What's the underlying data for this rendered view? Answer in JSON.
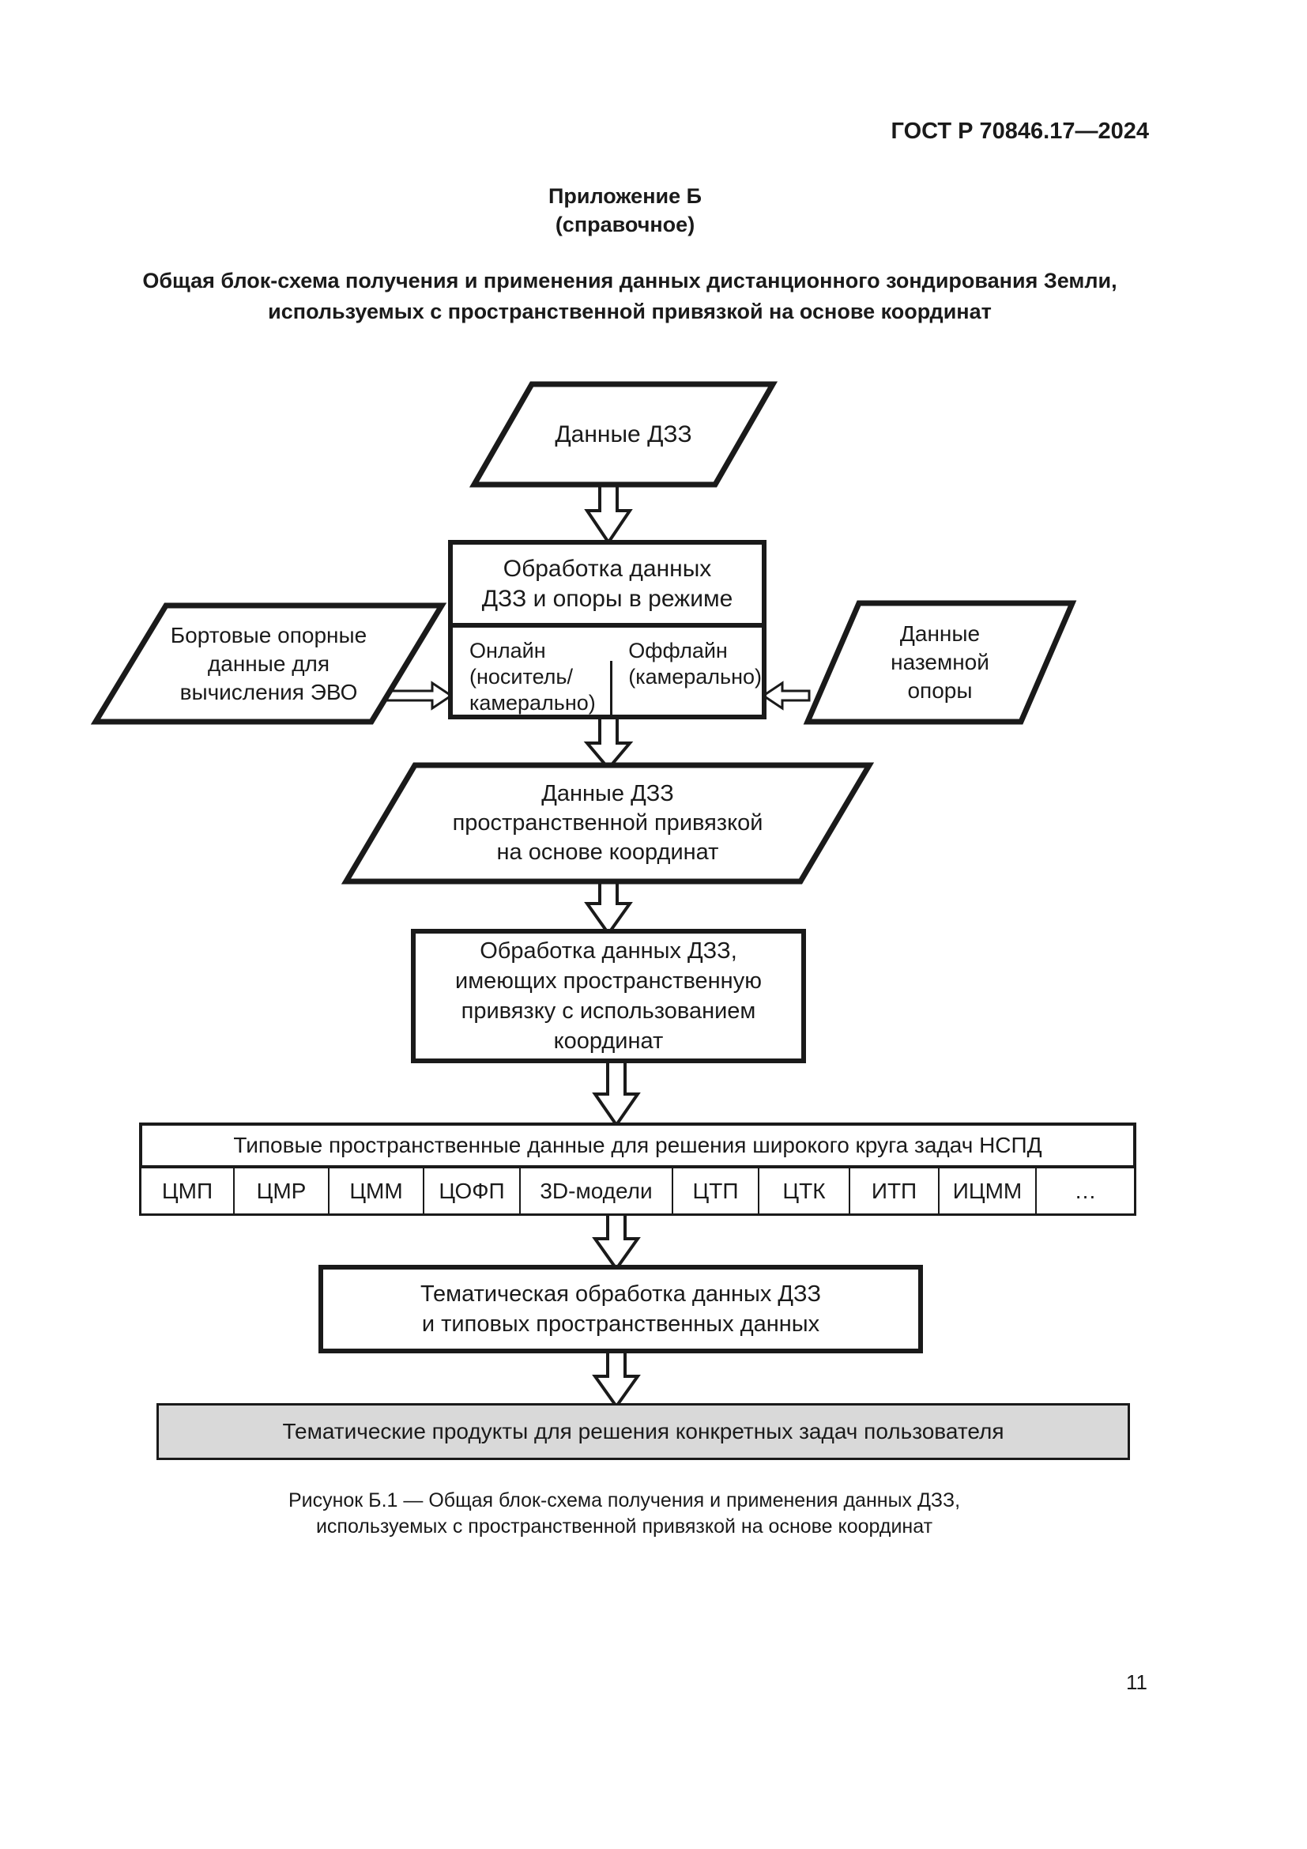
{
  "page": {
    "header": "ГОСТ Р 70846.17—2024",
    "page_number": "11"
  },
  "appendix": {
    "heading": "Приложение Б\n(справочное)",
    "title": "Общая блок-схема получения и применения данных дистанционного зондирования Земли,\nиспользуемых с пространственной привязкой на основе координат"
  },
  "diagram": {
    "dzz_data": "Данные ДЗЗ",
    "processing1": {
      "title": "Обработка данных\nДЗЗ и опоры в режиме",
      "online": "Онлайн\n(носитель/\nкамерально)",
      "offline": "Оффлайн\n(камерально)"
    },
    "onboard_data": "Бортовые опорные\nданные для\nвычисления ЭВО",
    "ground_data": "Данные\nназемной\nопоры",
    "georef_data": "Данные ДЗЗ\nпространственной привязкой\nна основе координат",
    "processing2": "Обработка данных ДЗЗ,\nимеющих пространственную\nпривязку с использованием\nкоординат",
    "typical_header": "Типовые пространственные данные для решения широкого круга задач НСПД",
    "typical_cells": [
      "ЦМП",
      "ЦМР",
      "ЦММ",
      "ЦОФП",
      "3D-модели",
      "ЦТП",
      "ЦТК",
      "ИТП",
      "ИЦММ",
      "…"
    ],
    "thematic_processing": "Тематическая обработка данных ДЗЗ\nи типовых пространственных данных",
    "thematic_products": "Тематические продукты для решения конкретных задач пользователя"
  },
  "caption": "Рисунок Б.1 — Общая блок-схема получения и применения данных ДЗЗ,\nиспользуемых с пространственной привязкой на основе координат",
  "colors": {
    "ink": "#1a1a1a",
    "shape_fill": "#ffffff",
    "products_fill": "#d9d9d9",
    "page_bg": "#ffffff"
  }
}
